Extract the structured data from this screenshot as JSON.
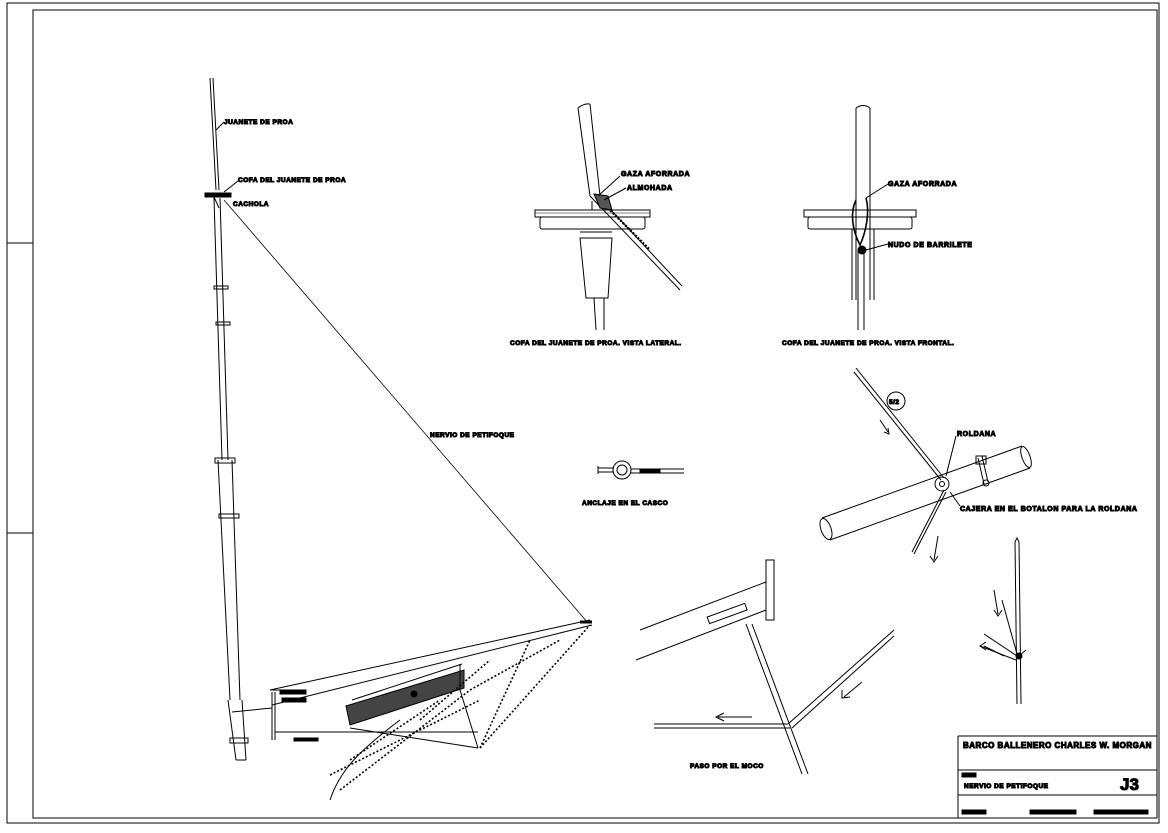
{
  "labels": {
    "juanete_de_proa": "JUANETE DE PROA",
    "cofa_del_juanete": "COFA DEL JUANETE DE PROA",
    "cachola": "CACHOLA",
    "nervio_de_petifoque": "NERVIO DE PETIFOQUE",
    "gaza_aforrada_lateral": "GAZA AFORRADA",
    "almohada": "ALMOHADA",
    "gaza_aforrada_frontal": "GAZA AFORRADA",
    "nudo_de_barrilete": "NUDO DE BARRILETE",
    "caption_lateral": "COFA DEL JUANETE DE PROA. VISTA LATERAL.",
    "caption_frontal": "COFA DEL JUANETE DE PROA. VISTA FRONTAL.",
    "anclaje_en_el_casco": "ANCLAJE EN EL CASCO",
    "roldana": "ROLDANA",
    "cajera": "CAJERA EN EL BOTALON PARA LA ROLDANA",
    "size_marker": "5/2",
    "paso_por_el_moco": "PASO POR EL MOCO"
  },
  "title_block": {
    "vessel": "BARCO BALLENERO CHARLES W. MORGAN",
    "drawing_name": "NERVIO DE PETIFOQUE",
    "sheet_code": "J3"
  }
}
